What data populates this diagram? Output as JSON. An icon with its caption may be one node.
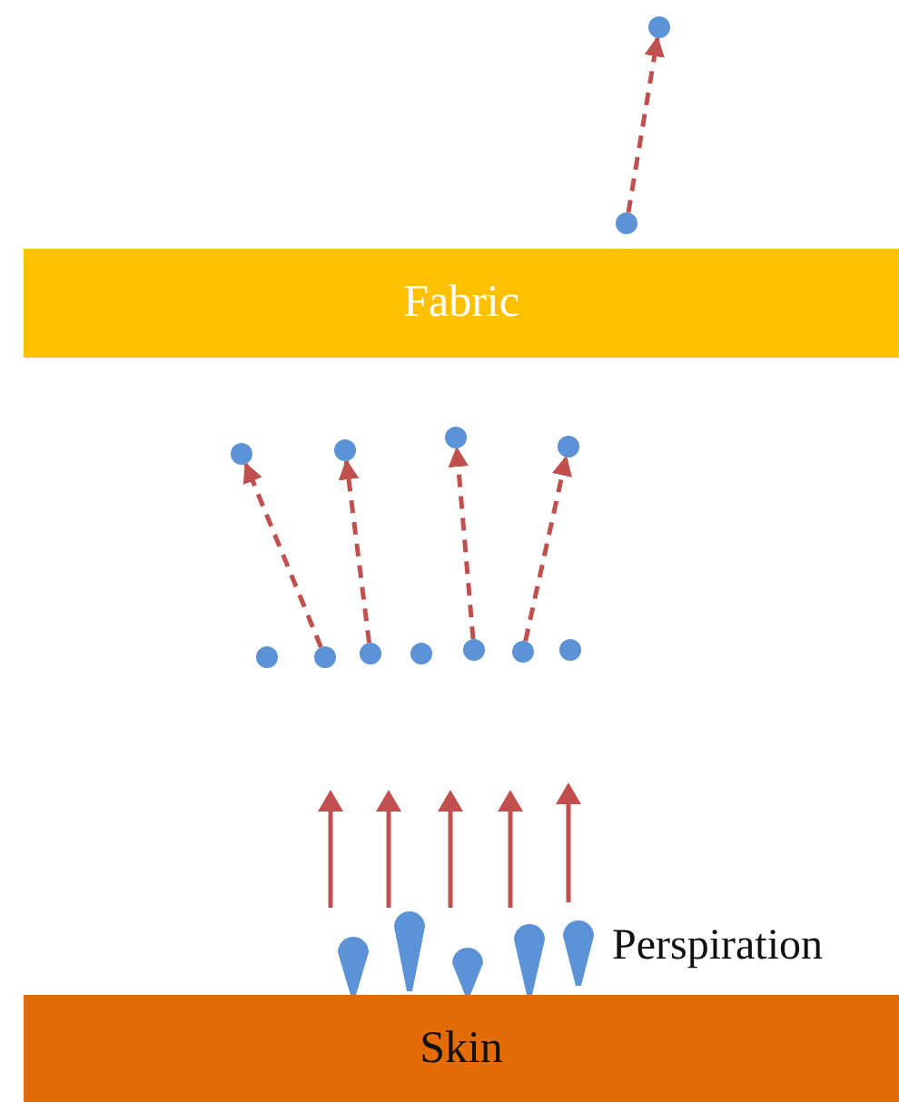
{
  "diagram": {
    "nodes": [
      {
        "text": [],
        "shape": "circle"
      },
      {
        "text": [],
        "shape": "circle"
      },
      {
        "text": [
          "Fabric"
        ]
      },
      {
        "text": [],
        "shape": "circle"
      },
      {
        "text": [],
        "shape": "circle"
      },
      {
        "text": [],
        "shape": "circle"
      },
      {
        "text": [],
        "shape": "circle"
      },
      {
        "text": [],
        "shape": "circle"
      },
      {
        "text": [],
        "shape": "circle"
      },
      {
        "text": [],
        "shape": "circle"
      },
      {
        "text": [],
        "shape": "circle"
      },
      {
        "text": [],
        "shape": "circle"
      },
      {
        "text": [],
        "shape": "circle"
      },
      {
        "text": [],
        "shape": "circle"
      },
      {
        "text": [],
        "shape": "droplet"
      },
      {
        "text": [],
        "shape": "droplet"
      },
      {
        "text": [],
        "shape": "droplet"
      },
      {
        "text": [],
        "shape": "droplet"
      },
      {
        "text": [],
        "shape": "droplet"
      },
      {
        "text": [
          "Skin"
        ]
      }
    ],
    "edges": [
      {
        "from": 1,
        "to": 0,
        "arrow": "to",
        "style": "dashed"
      },
      {
        "from": 8,
        "to": 3,
        "arrow": "to",
        "style": "dashed"
      },
      {
        "from": 9,
        "to": 4,
        "arrow": "to",
        "style": "dashed"
      },
      {
        "from": 11,
        "to": 5,
        "arrow": "to",
        "style": "dashed"
      },
      {
        "from": 12,
        "to": 6,
        "arrow": "to",
        "style": "dashed"
      }
    ],
    "labels": [
      "Perspiration"
    ]
  }
}
